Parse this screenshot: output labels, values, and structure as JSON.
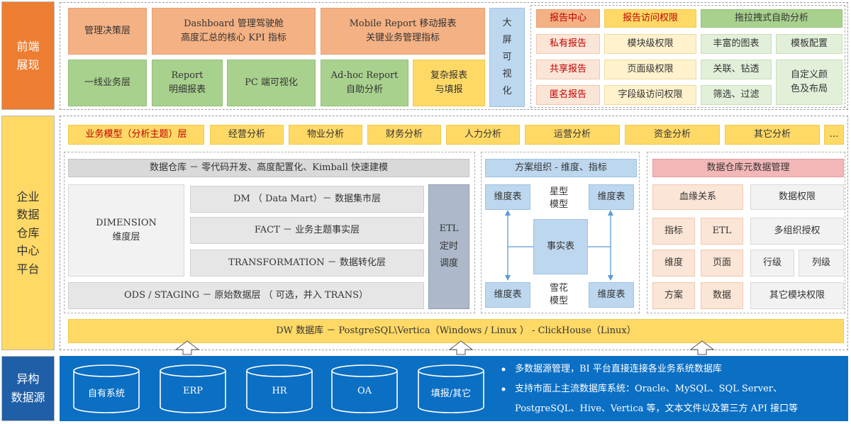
{
  "layers": {
    "frontend": "前端\n展现",
    "warehouse": "企业\n数据\n仓库\n中心\n平台",
    "sources": "异构\n数据源"
  },
  "frontend": {
    "decision": "管理决策层",
    "dashboard": "Dashboard 管理驾驶舱\n高度汇总的核心 KPI 指标",
    "mobile": "Mobile Report 移动报表\n关键业务管理指标",
    "bigscreen": "大\n屏\n可\n视\n化",
    "frontline": "一线业务层",
    "report": "Report\n明细报表",
    "pc": "PC 端可视化",
    "adhoc": "Ad-hoc Report\n自助分析",
    "complex": "复杂报表\n与填报",
    "report_center": "报告中心",
    "report_access": "报告访问权限",
    "dragdrop": "拖拉拽式自助分析",
    "private": "私有报告",
    "shared": "共享报告",
    "anonymous": "匿名报告",
    "module_perm": "模块级权限",
    "page_perm": "页面级权限",
    "field_perm": "字段级访问权限",
    "rich_charts": "丰富的图表",
    "template": "模板配置",
    "link_drill": "关联、钻透",
    "filter": "筛选、过滤",
    "custom_color": "自定义颜\n色及布局"
  },
  "business": {
    "model": "业务模型（分析主题）层",
    "items": [
      "经营分析",
      "物业分析",
      "财务分析",
      "人力分析",
      "运营分析",
      "资金分析",
      "其它分析",
      "…"
    ]
  },
  "dw": {
    "title": "数据仓库 － 零代码开发、高度配置化、Kimball 快速建模",
    "dimension": "DIMENSION\n维度层",
    "dm": "DM （ Data Mart）－ 数据集市层",
    "fact": "FACT － 业务主题事实层",
    "transformation": "TRANSFORMATION － 数据转化层",
    "ods": "ODS / STAGING － 原始数据层 （ 可选，并入 TRANS）",
    "etl": "ETL\n定时\n调度"
  },
  "scheme": {
    "title": "方案组织 - 维度、指标",
    "dim": "维度表",
    "star": "星型\n模型",
    "fact": "事实表",
    "snow": "雪花\n模型"
  },
  "meta": {
    "title": "数据仓库元数据管理",
    "lineage": "血缘关系",
    "data_perm": "数据权限",
    "metric": "指标",
    "etl": "ETL",
    "multi_org": "多组织授权",
    "dimension": "维度",
    "page": "页面",
    "row": "行级",
    "column": "列级",
    "scheme": "方案",
    "data": "数据",
    "other_perm": "其它模块权限"
  },
  "dwdb": "DW 数据库 － PostgreSQL\\Vertica（Windows / Linux ） - ClickHouse（Linux）",
  "sources": {
    "items": [
      "自有系统",
      "ERP",
      "HR",
      "OA",
      "填报/其它"
    ],
    "bullets": [
      "多数据源管理，BI 平台直接连接各业务系统数据库",
      "支持市面上主流数据库系统：Oracle、MySQL、SQL Server、",
      "PostgreSQL、Hive、Vertica 等，文本文件以及第三方 API 接口等"
    ]
  },
  "colors": {
    "orange_side": "#ed7d31",
    "yellow_side": "#ffd966",
    "blue_band": "#0b6fc4",
    "pink_meta": "#f4b7b7"
  }
}
